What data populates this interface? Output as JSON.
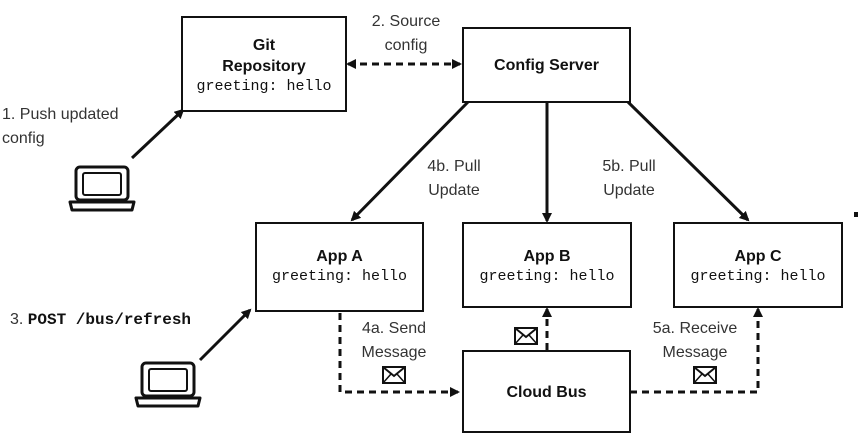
{
  "nodes": {
    "git": {
      "title_line1": "Git",
      "title_line2": "Repository",
      "code": "greeting: hello"
    },
    "config_server": {
      "title": "Config Server"
    },
    "app_a": {
      "title": "App A",
      "code": "greeting: hello"
    },
    "app_b": {
      "title": "App B",
      "code": "greeting: hello"
    },
    "app_c": {
      "title": "App C",
      "code": "greeting: hello"
    },
    "cloud_bus": {
      "title": "Cloud Bus"
    }
  },
  "labels": {
    "step1": {
      "line1": "1. Push updated",
      "line2": "config"
    },
    "step2": {
      "line1": "2. Source",
      "line2": "config"
    },
    "step3": {
      "prefix": "3. ",
      "code": "POST /bus/refresh"
    },
    "step4a": {
      "line1": "4a. Send",
      "line2": "Message"
    },
    "step4b": {
      "line1": "4b. Pull",
      "line2": "Update"
    },
    "step5a": {
      "line1": "5a. Receive",
      "line2": "Message"
    },
    "step5b": {
      "line1": "5b. Pull",
      "line2": "Update"
    }
  },
  "icons": {
    "laptop_top": "laptop-icon",
    "laptop_bottom": "laptop-icon",
    "envelope": "envelope-icon"
  }
}
